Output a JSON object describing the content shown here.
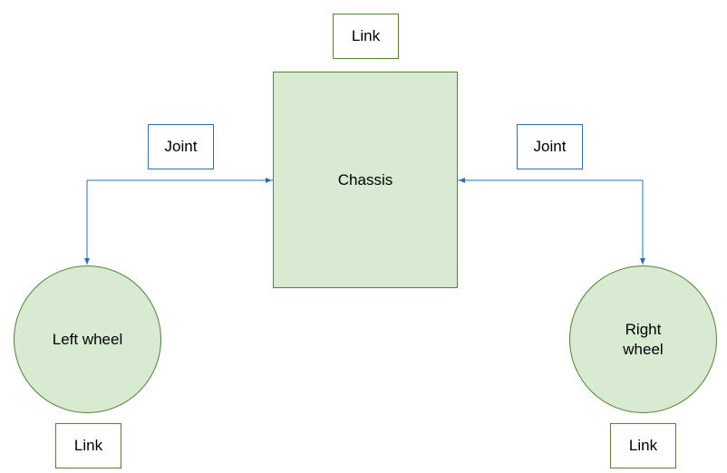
{
  "nodes": {
    "chassis": {
      "label": "Chassis"
    },
    "left_wheel": {
      "label": "Left wheel"
    },
    "right_wheel": {
      "label": "Right wheel"
    }
  },
  "labels": {
    "chassis_link": "Link",
    "left_joint": "Joint",
    "right_joint": "Joint",
    "left_wheel_link": "Link",
    "right_wheel_link": "Link"
  },
  "colors": {
    "node_fill": "#d9ead3",
    "node_border": "#538135",
    "connector": "#2f6fb0",
    "background": "#ffffff"
  }
}
